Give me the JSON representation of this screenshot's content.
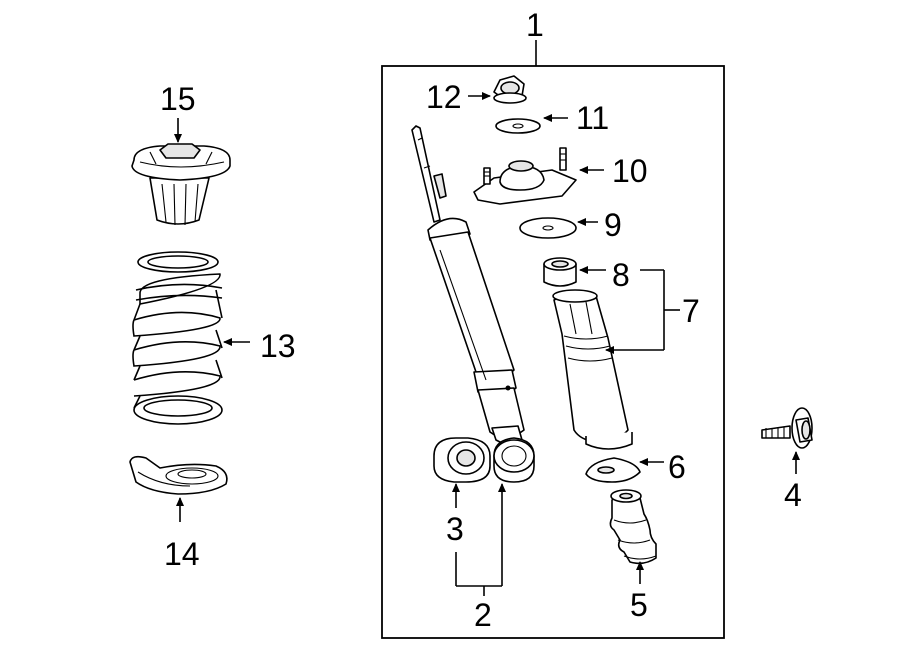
{
  "callouts": {
    "c1": "1",
    "c2": "2",
    "c3": "3",
    "c4": "4",
    "c5": "5",
    "c6": "6",
    "c7": "7",
    "c8": "8",
    "c9": "9",
    "c10": "10",
    "c11": "11",
    "c12": "12",
    "c13": "13",
    "c14": "14",
    "c15": "15"
  },
  "colors": {
    "line": "#000000",
    "background": "#ffffff",
    "box_fill": "#ffffff"
  }
}
